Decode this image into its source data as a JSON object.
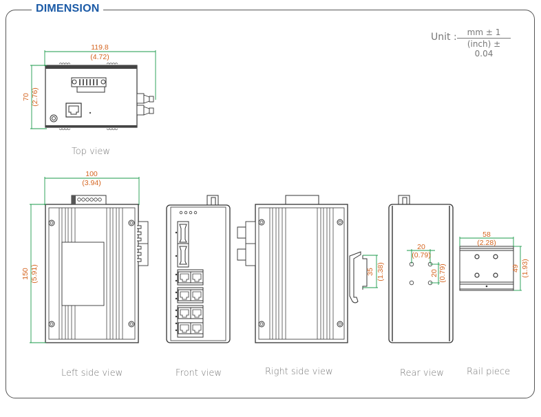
{
  "header": {
    "title": "DIMENSION"
  },
  "unit": {
    "label": "Unit :",
    "numerator": "mm ± 1",
    "denominator": "(inch) ± 0.04"
  },
  "colors": {
    "title": "#1b5aa6",
    "dimension_text": "#d4641f",
    "dimension_line": "#1a9a4a",
    "outline": "#333333"
  },
  "views": {
    "top": {
      "caption": "Top view",
      "width_mm": "119.8",
      "width_in": "(4.72)",
      "height_mm": "70",
      "height_in": "(2.76)"
    },
    "left": {
      "caption": "Left side view",
      "width_mm": "100",
      "width_in": "(3.94)",
      "height_mm": "150",
      "height_in": "(5.91)"
    },
    "front": {
      "caption": "Front view"
    },
    "right": {
      "caption": "Right side view",
      "rail_mm": "35",
      "rail_in": "(1.38)"
    },
    "rear": {
      "caption": "Rear view",
      "h_spacing_mm": "20",
      "h_spacing_in": "(0.79)",
      "v_spacing_mm": "20",
      "v_spacing_in": "(0.79)"
    },
    "rail": {
      "caption": "Rail piece",
      "width_mm": "58",
      "width_in": "(2.28)",
      "height_mm": "49",
      "height_in": "(1.93)"
    }
  }
}
